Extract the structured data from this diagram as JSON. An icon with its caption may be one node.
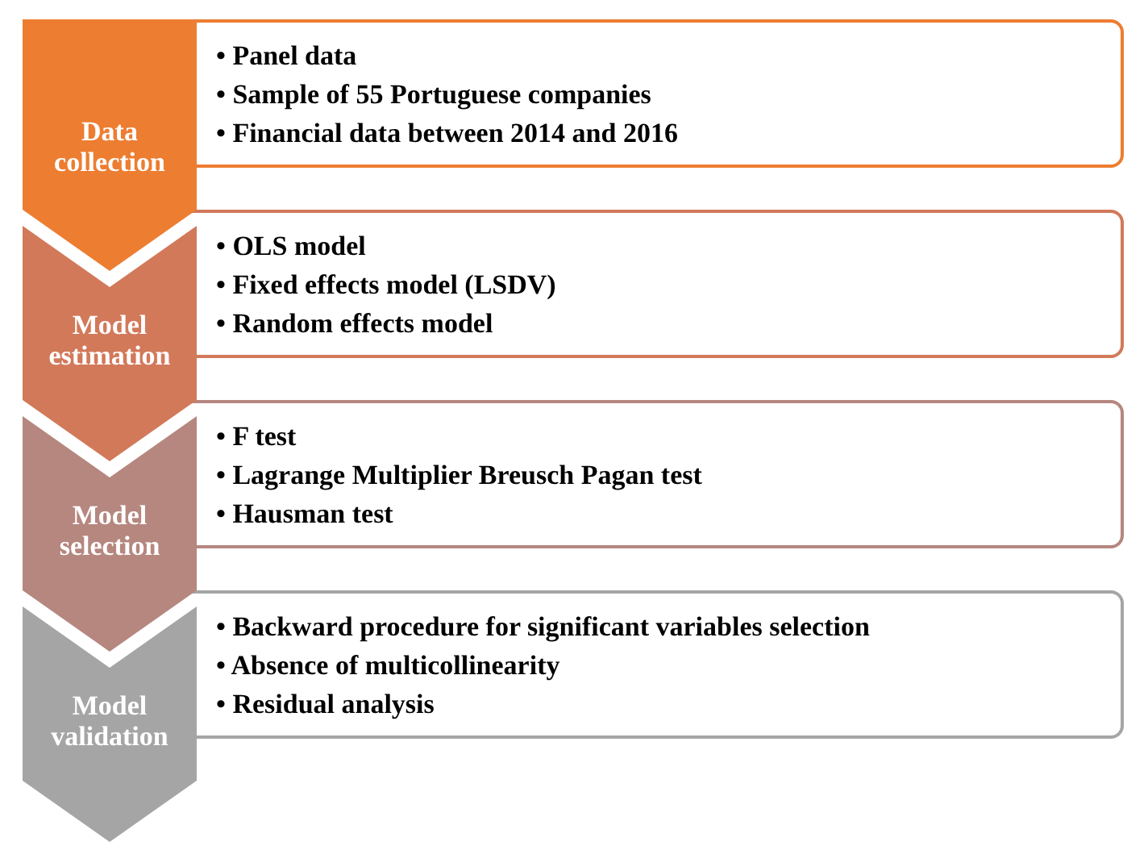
{
  "diagram": {
    "nodes": [
      {
        "text": [
          "Data collection"
        ]
      },
      {
        "text": [
          "• Panel data",
          "• Sample of 55 Portuguese companies",
          "• Financial data between 2014 and 2016"
        ]
      },
      {
        "text": [
          "Model estimation"
        ]
      },
      {
        "text": [
          "• OLS model",
          "• Fixed effects model  (LSDV)",
          "• Random effects model"
        ]
      },
      {
        "text": [
          "Model selection"
        ]
      },
      {
        "text": [
          "• F test",
          "• Lagrange Multiplier Breusch Pagan test",
          "• Hausman test"
        ]
      },
      {
        "text": [
          "Model validation"
        ]
      },
      {
        "text": [
          "• Backward procedure for significant variables selection",
          "• Absence of multicollinearity",
          "• Residual analysis"
        ]
      }
    ]
  }
}
